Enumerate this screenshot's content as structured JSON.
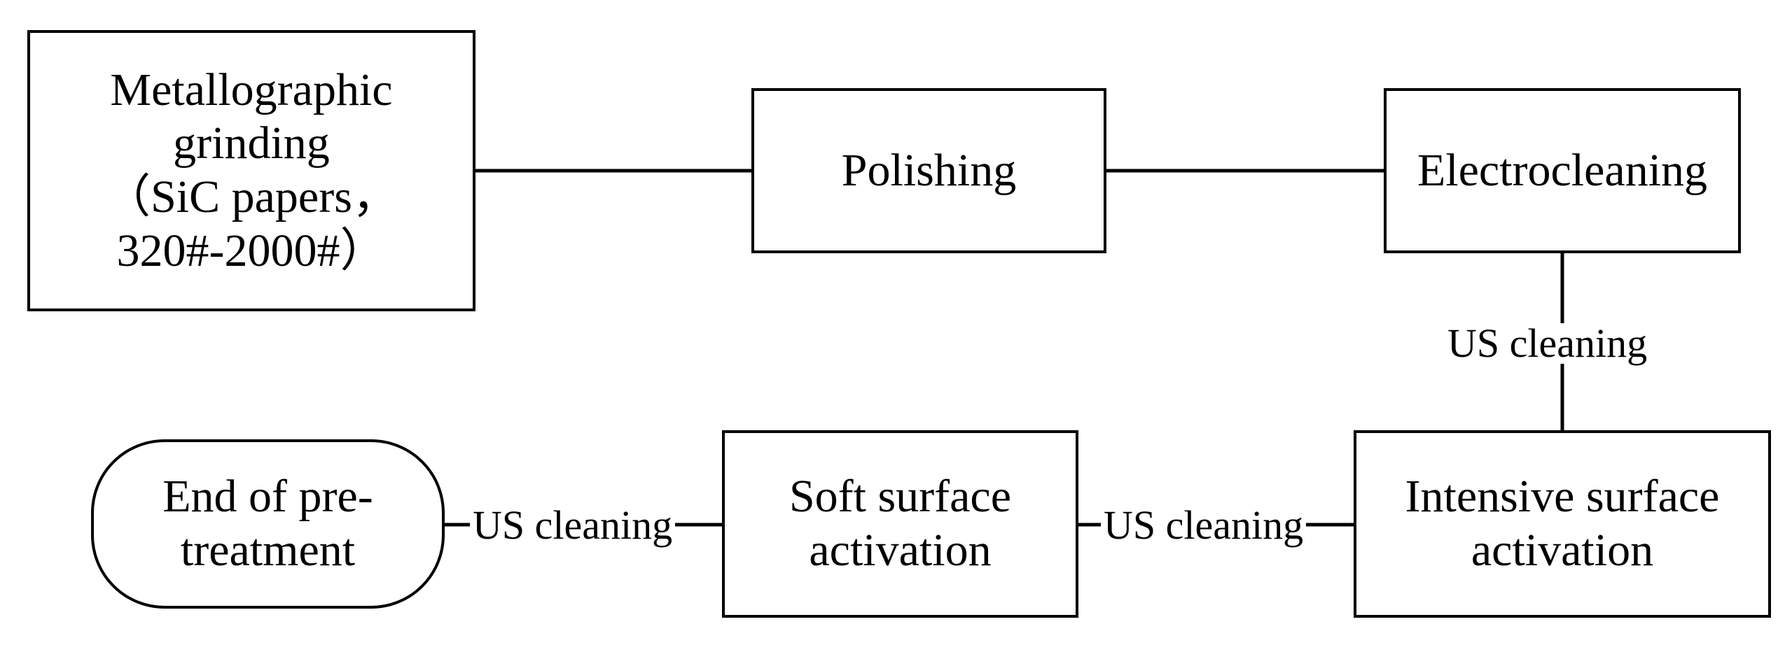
{
  "diagram": {
    "nodes": {
      "grinding": {
        "text": "Metallographic\ngrinding\n（SiC papers，\n320#-2000#）"
      },
      "polishing": {
        "text": "Polishing"
      },
      "electrocleaning": {
        "text": "Electrocleaning"
      },
      "intensive": {
        "text": "Intensive surface\nactivation"
      },
      "soft": {
        "text": "Soft surface\nactivation"
      },
      "end": {
        "text": "End of pre-\ntreatment"
      }
    },
    "edge_labels": {
      "electro_to_intensive": "US cleaning",
      "intensive_to_soft": "US cleaning",
      "soft_to_end": "US cleaning"
    }
  }
}
